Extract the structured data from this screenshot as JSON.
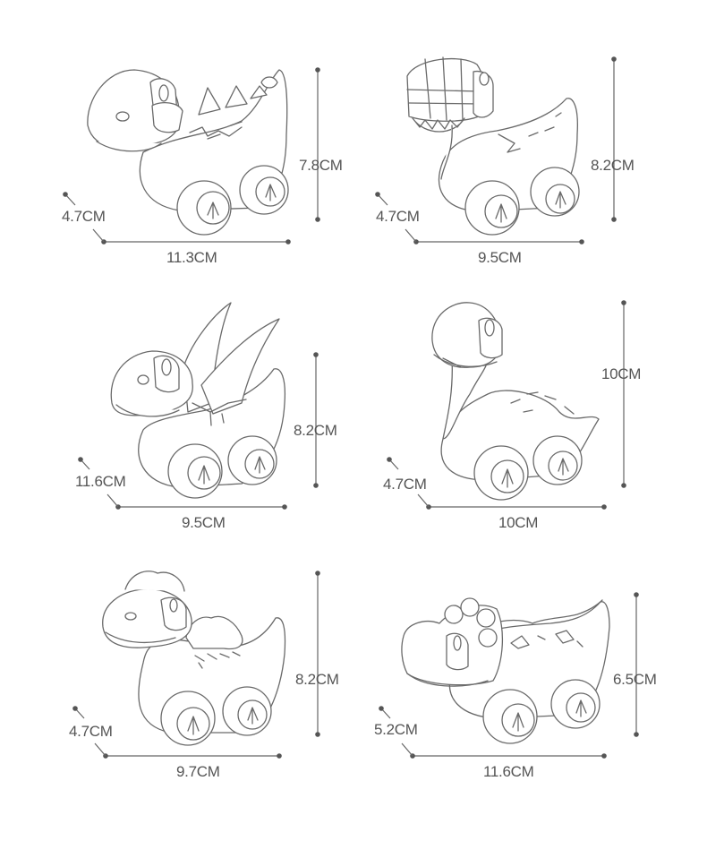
{
  "toys": [
    {
      "height": "7.8CM",
      "width": "11.3CM",
      "depth": "4.7CM"
    },
    {
      "height": "8.2CM",
      "width": "9.5CM",
      "depth": "4.7CM"
    },
    {
      "height": "8.2CM",
      "width": "9.5CM",
      "depth": "11.6CM"
    },
    {
      "height": "10CM",
      "width": "10CM",
      "depth": "4.7CM"
    },
    {
      "height": "8.2CM",
      "width": "9.7CM",
      "depth": "4.7CM"
    },
    {
      "height": "6.5CM",
      "width": "11.6CM",
      "depth": "5.2CM"
    }
  ]
}
